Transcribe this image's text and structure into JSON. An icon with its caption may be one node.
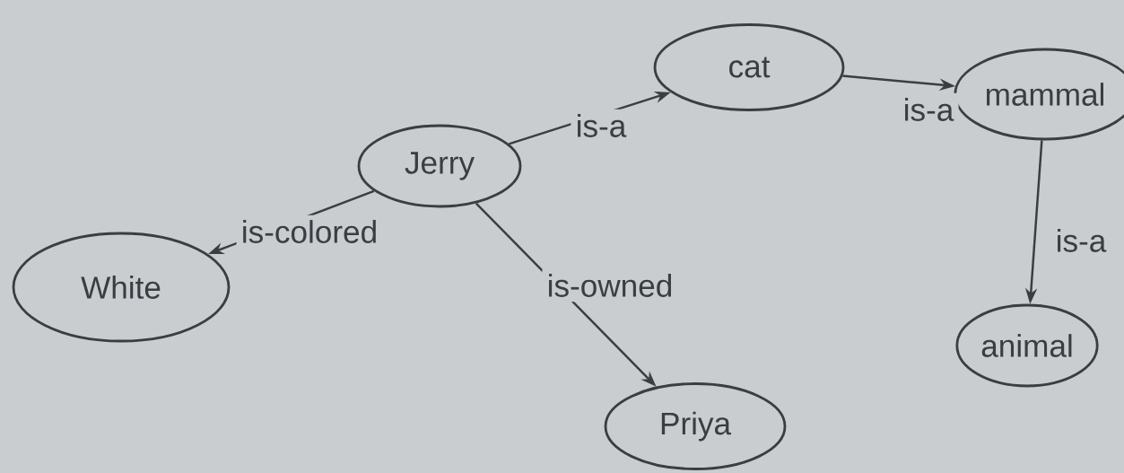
{
  "diagram": {
    "nodes": [
      {
        "text": [
          "Jerry"
        ]
      },
      {
        "text": [
          "cat"
        ]
      },
      {
        "text": [
          "mammal"
        ]
      },
      {
        "text": [
          "animal"
        ]
      },
      {
        "text": [
          "White"
        ]
      },
      {
        "text": [
          "Priya"
        ]
      }
    ],
    "edges": [
      {
        "from": 0,
        "to": 1,
        "arrow": "to",
        "label": "is-a"
      },
      {
        "from": 1,
        "to": 2,
        "arrow": "to",
        "label": "is-a"
      },
      {
        "from": 2,
        "to": 3,
        "arrow": "to",
        "label": "is-a"
      },
      {
        "from": 0,
        "to": 4,
        "arrow": "to",
        "label": "is-colored"
      },
      {
        "from": 0,
        "to": 5,
        "arrow": "to",
        "label": "is-owned"
      }
    ]
  }
}
